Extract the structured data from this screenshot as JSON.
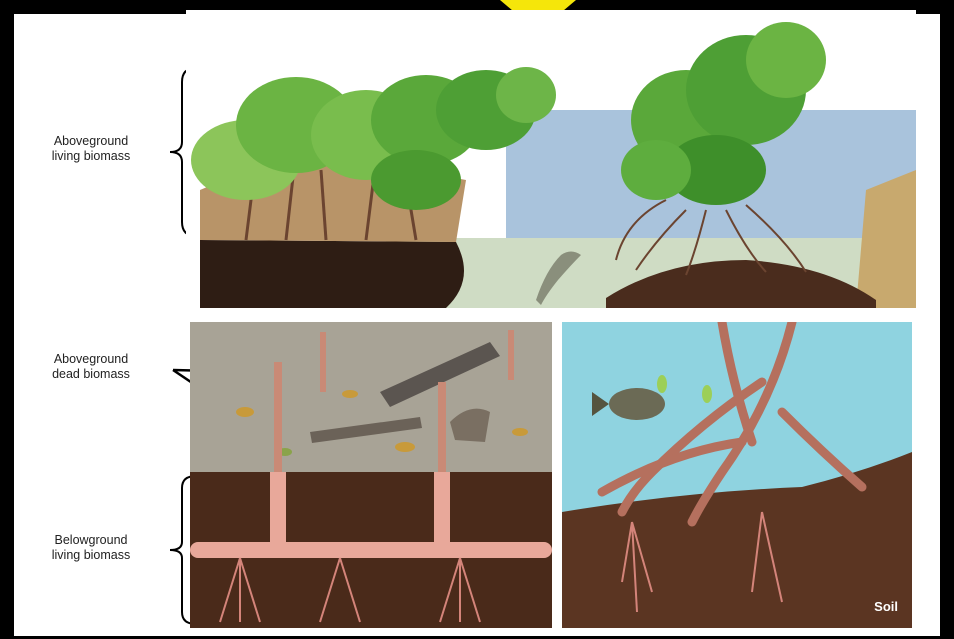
{
  "labels": {
    "aboveground_living": "Aboveground\nliving biomass",
    "aboveground_dead": "Aboveground\ndead biomass",
    "belowground_living": "Belowground\nliving biomass",
    "soil": "Soil"
  },
  "colors": {
    "pointer": "#f5e60a",
    "water": "#a9c3dc",
    "canopy": "#5fae3a",
    "root": "#e8a89a",
    "soil": "#5a3320"
  }
}
